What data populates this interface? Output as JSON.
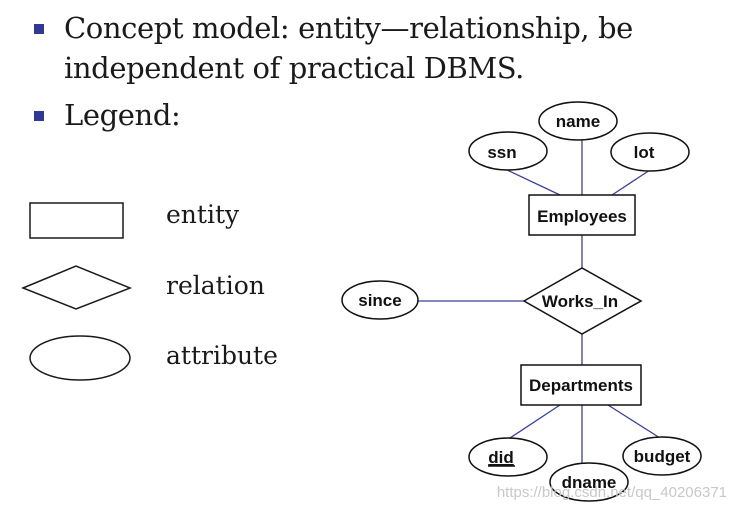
{
  "bullets": [
    {
      "line1": "Concept model: entity—relationship, be",
      "line2": "independent of practical DBMS."
    },
    {
      "line1": "Legend:"
    }
  ],
  "legend": {
    "entity_label": "entity",
    "relation_label": "relation",
    "attribute_label": "attribute"
  },
  "er": {
    "entity_top": "Employees",
    "entity_bottom": "Departments",
    "relationship": "Works_In",
    "attributes_top": [
      "ssn",
      "name",
      "lot"
    ],
    "relationship_attribute": "since",
    "attributes_bottom": [
      "did",
      "dname",
      "budget"
    ]
  },
  "watermark": "https://blog.csdn.net/qq_40206371",
  "colors": {
    "bullet": "#2f3a94",
    "connector": "#3b3f9e",
    "outline": "#1a1a1a"
  }
}
